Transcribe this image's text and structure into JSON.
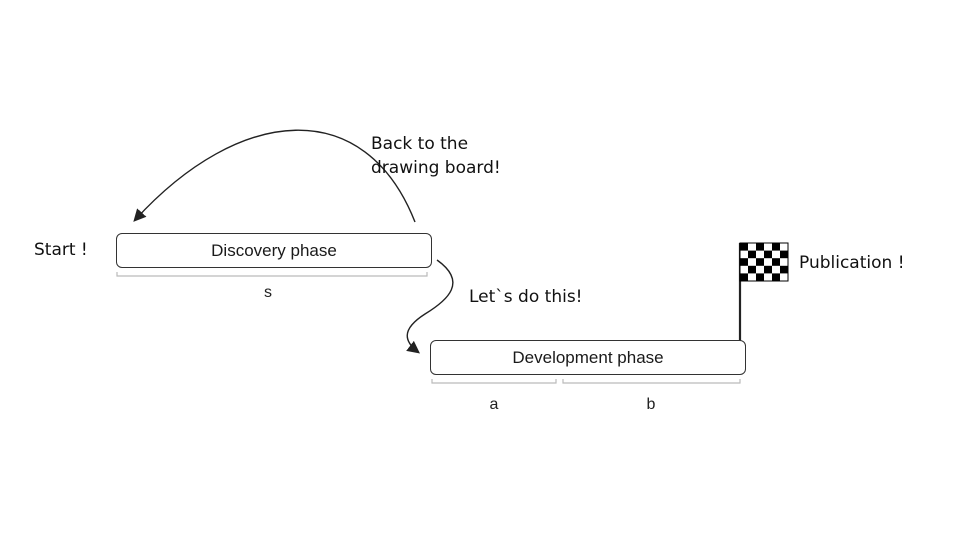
{
  "phases": {
    "discovery": "Discovery phase",
    "development": "Development phase"
  },
  "labels": {
    "start": "Start !",
    "publication": "Publication !",
    "back_line1": "Back to the",
    "back_line2": "drawing board!",
    "lets_do_this": "Let`s do this!"
  },
  "segments": {
    "s": "s",
    "a": "a",
    "b": "b"
  },
  "colors": {
    "stroke": "#222222",
    "light_stroke": "#bbbbbb",
    "flag_dark": "#000000",
    "flag_light": "#ffffff"
  }
}
